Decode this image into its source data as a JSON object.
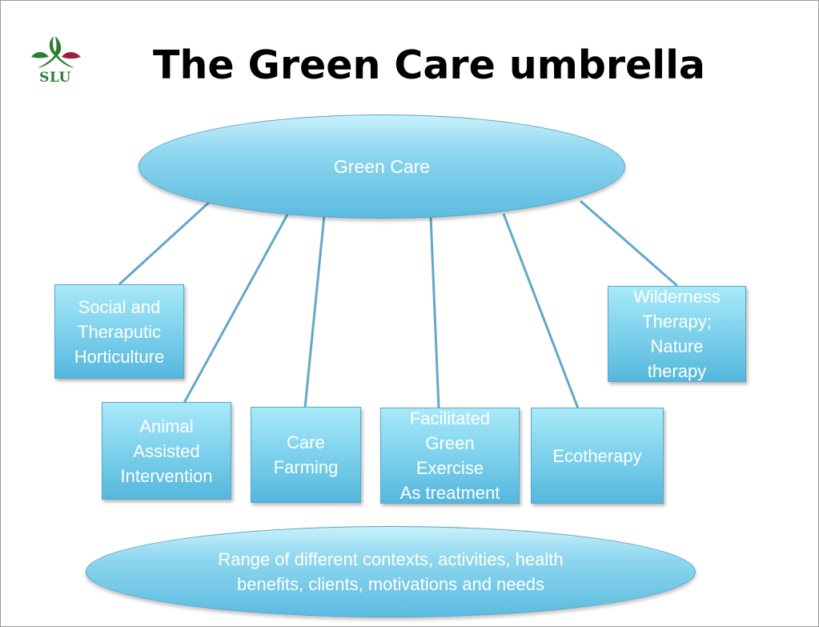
{
  "header": {
    "title": "The Green Care umbrella",
    "logo_text": "SLU"
  },
  "diagram": {
    "root": "Green Care",
    "categories": [
      "Social and\nTheraputic\nHorticulture",
      "Animal\nAssisted\nIntervention",
      "Care\nFarming",
      "Facilitated\nGreen\nExercise\nAs treatment",
      "Ecotherapy",
      "Wilderness\nTherapy;\nNature\ntherapy"
    ],
    "base": "Range of different contexts, activities, health\nbenefits, clients, motivations and needs"
  },
  "colors": {
    "shape_fill": "#86d6ef",
    "connector": "#62a9c7",
    "logo_green": "#2e7d32",
    "logo_red": "#9c1f3a"
  }
}
